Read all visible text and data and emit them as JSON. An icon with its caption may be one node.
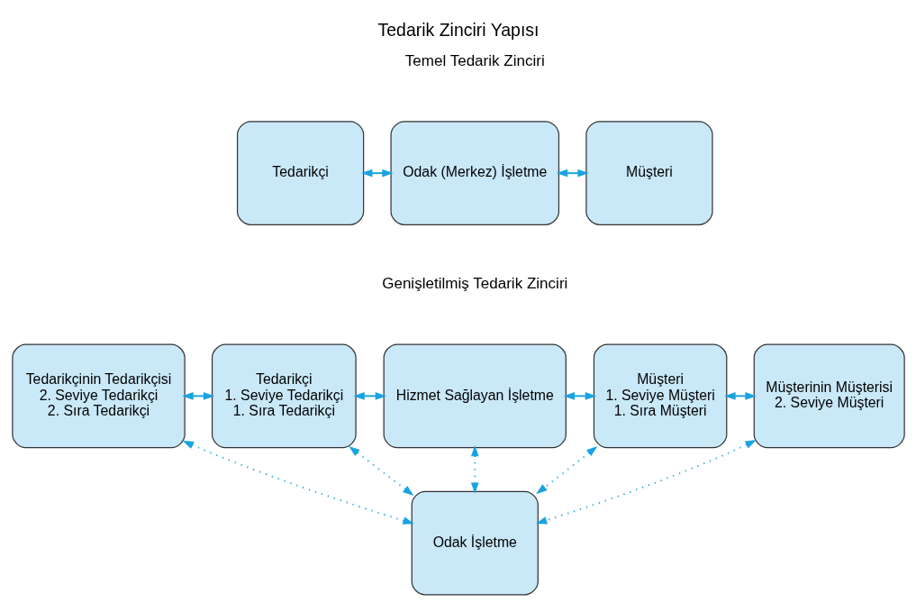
{
  "diagram": {
    "title": "Tedarik Zinciri Yapısı",
    "nodes": [
      {
        "text": [
          "Tedarikçi"
        ]
      },
      {
        "text": [
          "Odak (Merkez) İşletme"
        ]
      },
      {
        "text": [
          "Müşteri"
        ]
      },
      {
        "text": [
          "Tedarikçinin Tedarikçisi",
          "2. Seviye Tedarikçi",
          "2. Sıra Tedarikçi"
        ]
      },
      {
        "text": [
          "Tedarikçi",
          "1. Seviye Tedarikçi",
          "1. Sıra Tedarikçi"
        ]
      },
      {
        "text": [
          "Hizmet Sağlayan İşletme"
        ]
      },
      {
        "text": [
          "Müşteri",
          "1. Seviye Müşteri",
          "1. Sıra Müşteri"
        ]
      },
      {
        "text": [
          "Müşterinin Müşterisi",
          "2. Seviye Müşteri"
        ]
      },
      {
        "text": [
          "Odak İşletme"
        ]
      }
    ],
    "edges": [
      {
        "from": 0,
        "to": 1,
        "arrow": "both"
      },
      {
        "from": 1,
        "to": 2,
        "arrow": "both"
      },
      {
        "from": 3,
        "to": 4,
        "arrow": "both"
      },
      {
        "from": 4,
        "to": 5,
        "arrow": "both"
      },
      {
        "from": 5,
        "to": 6,
        "arrow": "both"
      },
      {
        "from": 6,
        "to": 7,
        "arrow": "both"
      },
      {
        "from": 3,
        "to": 8,
        "arrow": "both",
        "style": "dashed"
      },
      {
        "from": 4,
        "to": 8,
        "arrow": "both",
        "style": "dashed"
      },
      {
        "from": 5,
        "to": 8,
        "arrow": "both",
        "style": "dashed"
      },
      {
        "from": 6,
        "to": 8,
        "arrow": "both",
        "style": "dashed"
      },
      {
        "from": 7,
        "to": 8,
        "arrow": "both",
        "style": "dashed"
      }
    ],
    "labels": [
      "Temel Tedarik Zinciri",
      "Genişletilmiş Tedarik Zinciri"
    ]
  }
}
